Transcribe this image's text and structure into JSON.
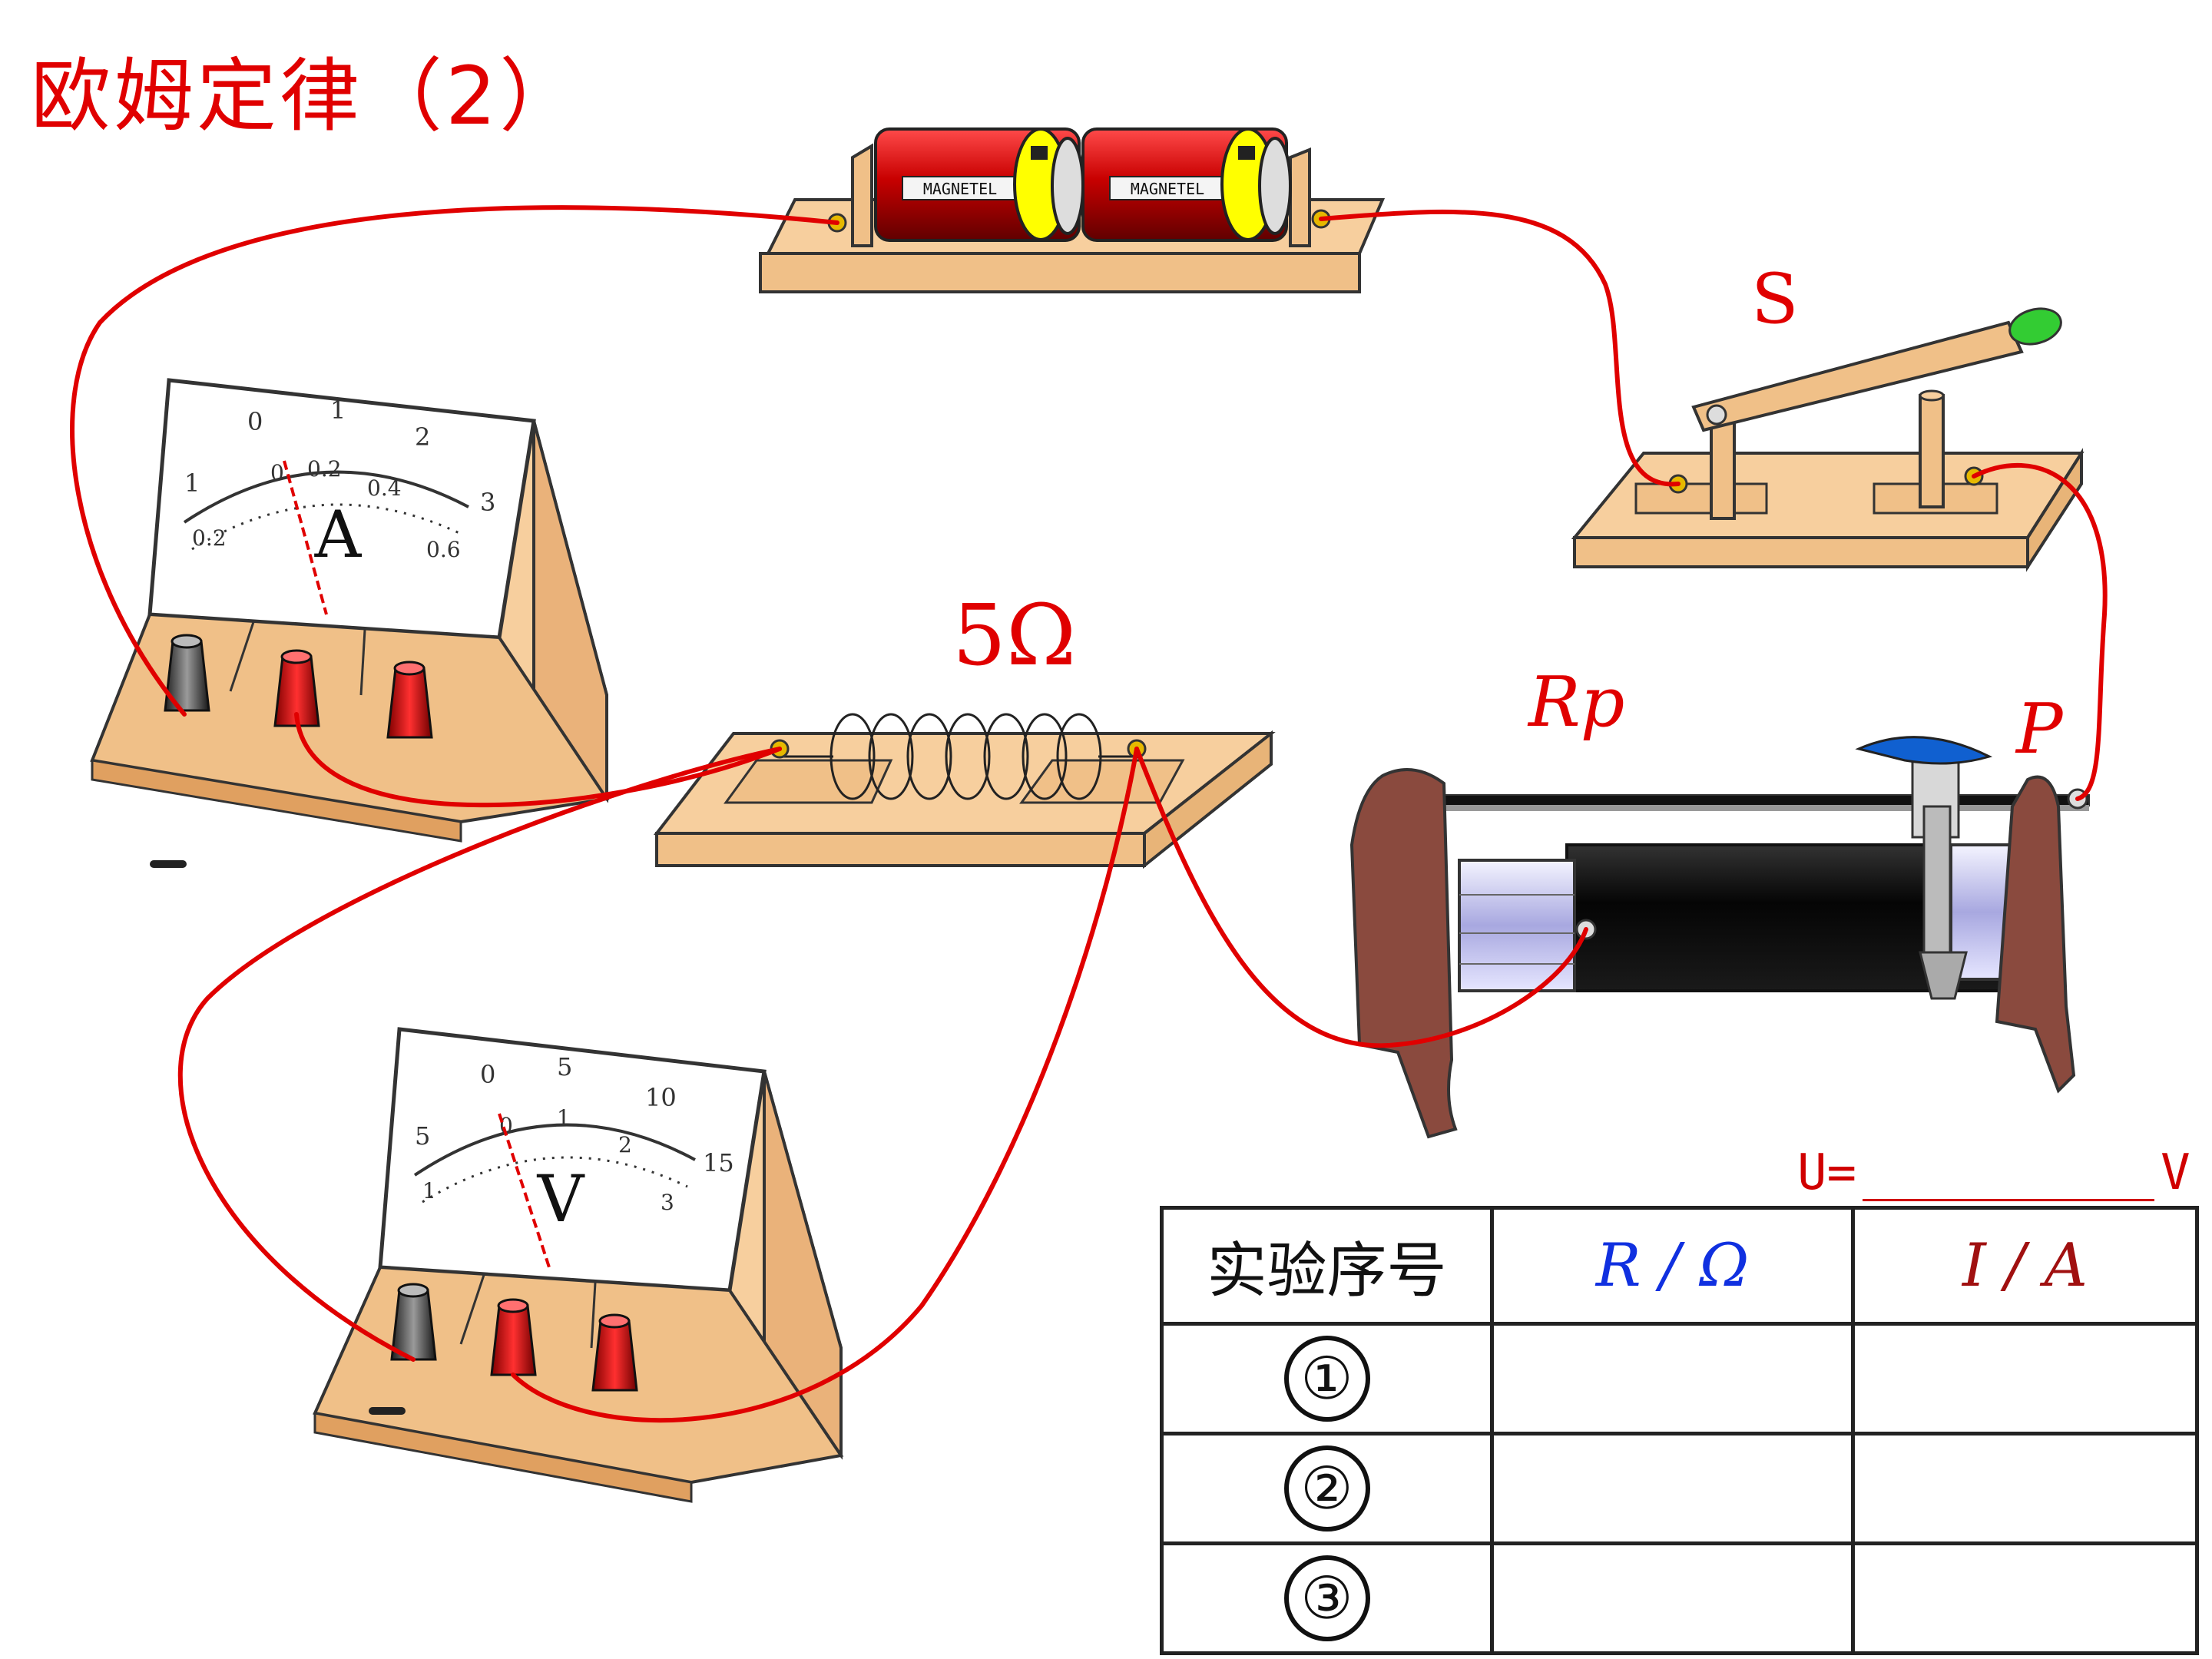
{
  "title": "欧姆定律（2）",
  "labels": {
    "switch": "S",
    "resistor": "5Ω",
    "rheostat": "Rp",
    "slider": "P"
  },
  "ammeter": {
    "unit": "A",
    "scale_top": [
      "1",
      "0",
      "1",
      "2",
      "3"
    ],
    "scale_bottom": [
      "0.2",
      "0",
      "0.2",
      "0.4",
      "0.6"
    ]
  },
  "voltmeter": {
    "unit": "V",
    "scale_top": [
      "5",
      "0",
      "5",
      "10",
      "15"
    ],
    "scale_bottom": [
      "1",
      "0",
      "1",
      "2",
      "3"
    ]
  },
  "battery": {
    "brand": "MAGNETEL"
  },
  "voltage_label": {
    "prefix": "U=",
    "suffix": "V"
  },
  "table": {
    "headers": [
      "实验序号",
      "R / Ω",
      "I / A"
    ],
    "rows": [
      "①",
      "②",
      "③"
    ]
  },
  "colors": {
    "wire": "#e00000",
    "wood": "#f7cf9e",
    "title": "#e00000",
    "r_header": "#1030e0",
    "i_header": "#a01010"
  }
}
